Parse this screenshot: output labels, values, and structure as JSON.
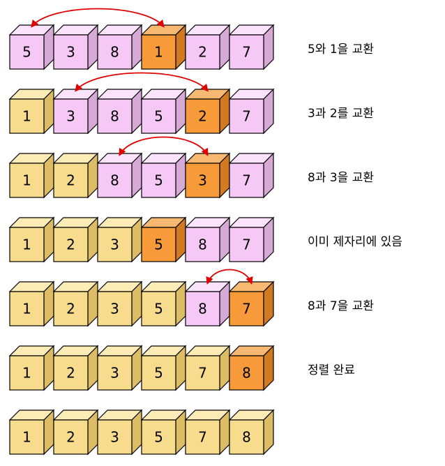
{
  "colors": {
    "sorted": {
      "front": "#f6dc8c",
      "top": "#fbecb6",
      "side": "#dcbd66"
    },
    "unsorted": {
      "front": "#f6c8f6",
      "top": "#fbe3fb",
      "side": "#d7a9d7"
    },
    "current": {
      "front": "#f79b3a",
      "top": "#f7b872",
      "side": "#d17a22"
    },
    "arrow": "#e00000",
    "stroke": "#000000"
  },
  "rows": [
    {
      "values": [
        "5",
        "3",
        "8",
        "1",
        "2",
        "7"
      ],
      "states": [
        "unsorted",
        "unsorted",
        "unsorted",
        "current",
        "unsorted",
        "unsorted"
      ],
      "swap": [
        0,
        3
      ],
      "caption": "5와 1을 교환"
    },
    {
      "values": [
        "1",
        "3",
        "8",
        "5",
        "2",
        "7"
      ],
      "states": [
        "sorted",
        "unsorted",
        "unsorted",
        "unsorted",
        "current",
        "unsorted"
      ],
      "swap": [
        1,
        4
      ],
      "caption": "3과 2를 교환"
    },
    {
      "values": [
        "1",
        "2",
        "8",
        "5",
        "3",
        "7"
      ],
      "states": [
        "sorted",
        "sorted",
        "unsorted",
        "unsorted",
        "current",
        "unsorted"
      ],
      "swap": [
        2,
        4
      ],
      "caption": "8과 3을 교환"
    },
    {
      "values": [
        "1",
        "2",
        "3",
        "5",
        "8",
        "7"
      ],
      "states": [
        "sorted",
        "sorted",
        "sorted",
        "current",
        "unsorted",
        "unsorted"
      ],
      "swap": null,
      "caption": "이미 제자리에 있음"
    },
    {
      "values": [
        "1",
        "2",
        "3",
        "5",
        "8",
        "7"
      ],
      "states": [
        "sorted",
        "sorted",
        "sorted",
        "sorted",
        "unsorted",
        "current"
      ],
      "swap": [
        4,
        5
      ],
      "caption": "8과 7을 교환"
    },
    {
      "values": [
        "1",
        "2",
        "3",
        "5",
        "7",
        "8"
      ],
      "states": [
        "sorted",
        "sorted",
        "sorted",
        "sorted",
        "sorted",
        "current"
      ],
      "swap": null,
      "caption": "정렬 완료"
    },
    {
      "values": [
        "1",
        "2",
        "3",
        "5",
        "7",
        "8"
      ],
      "states": [
        "sorted",
        "sorted",
        "sorted",
        "sorted",
        "sorted",
        "sorted"
      ],
      "swap": null,
      "caption": ""
    }
  ]
}
